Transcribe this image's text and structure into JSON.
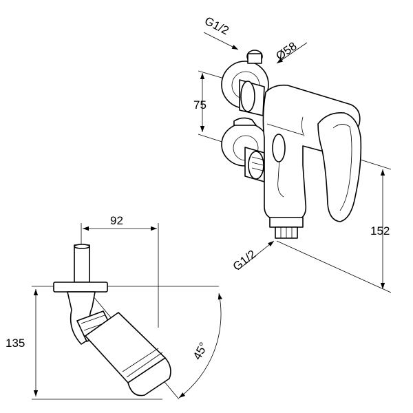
{
  "dimensions": {
    "top_thread": "G1/2",
    "flange_diameter": "Ø58",
    "inlet_spacing": "75",
    "total_height": "152",
    "outlet_thread": "G1/2",
    "projection": "92",
    "side_height": "135",
    "angle": "45°"
  },
  "colors": {
    "line": "#000000",
    "background": "#ffffff"
  }
}
